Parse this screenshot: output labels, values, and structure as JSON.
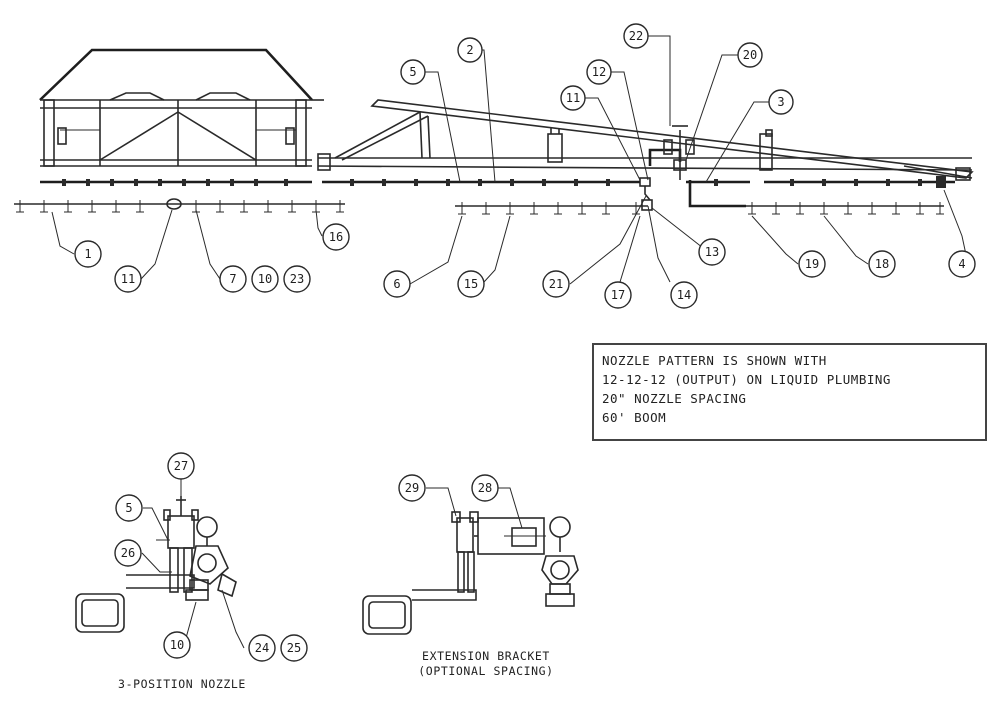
{
  "notes": {
    "line1": "NOZZLE PATTERN IS SHOWN WITH",
    "line2": "12-12-12 (OUTPUT) ON LIQUID PLUMBING",
    "line3": "20\" NOZZLE SPACING",
    "line4": "60' BOOM"
  },
  "captions": {
    "nozzle": "3-POSITION NOZZLE",
    "bracket_line1": "EXTENSION BRACKET",
    "bracket_line2": "(OPTIONAL SPACING)"
  },
  "callouts": {
    "c1": "1",
    "c2": "2",
    "c3": "3",
    "c4": "4",
    "c5": "5",
    "c6": "6",
    "c7": "7",
    "c10": "10",
    "c11": "11",
    "c12": "12",
    "c13": "13",
    "c14": "14",
    "c15": "15",
    "c16": "16",
    "c17": "17",
    "c18": "18",
    "c19": "19",
    "c20": "20",
    "c21": "21",
    "c22": "22",
    "c23": "23",
    "c24": "24",
    "c25": "25",
    "c26": "26",
    "c27": "27",
    "c28": "28",
    "c29": "29"
  }
}
